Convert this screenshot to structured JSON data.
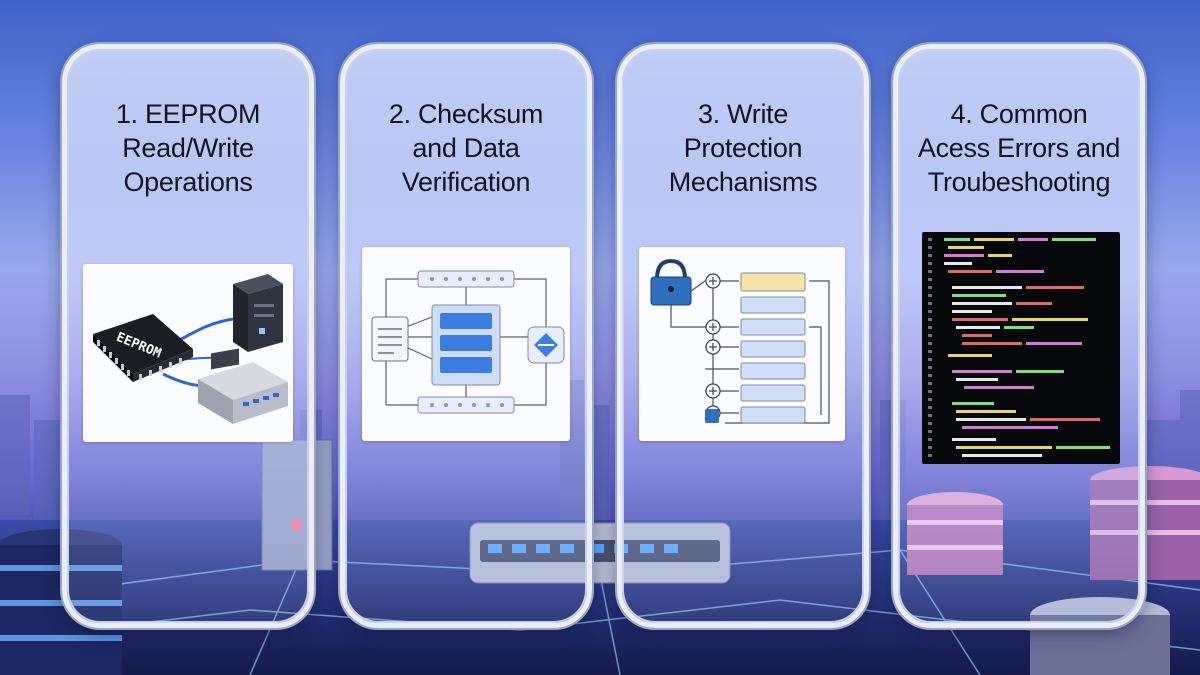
{
  "cards": [
    {
      "title_lines": [
        "1. EEPROM",
        "Read/Write",
        "Operations"
      ],
      "icon": "eeprom-chip-server-router",
      "chip_label": "EEPROM"
    },
    {
      "title_lines": [
        "2. Checksum",
        "and Data",
        "Verification"
      ],
      "icon": "checksum-flow-diagram"
    },
    {
      "title_lines": [
        "3. Write",
        "Protection",
        "Mechanisms"
      ],
      "icon": "lock-register-diagram"
    },
    {
      "title_lines": [
        "4. Common",
        "Acess Errors and",
        "Troubeshooting"
      ],
      "icon": "code-listing"
    }
  ],
  "colors": {
    "panel_blue": "#3b7de0",
    "lock_blue": "#2f6fbe",
    "highlight_yellow": "#f6e3a8"
  }
}
